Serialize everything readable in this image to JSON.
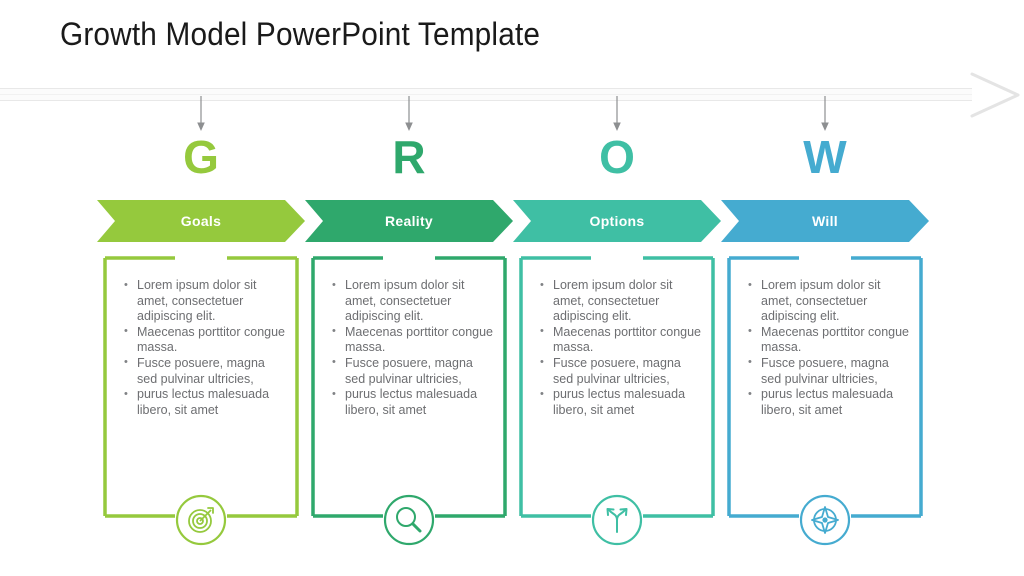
{
  "slide": {
    "title": "Growth Model PowerPoint Template",
    "background": "#ffffff",
    "timeline_color": "#ededed",
    "arrow_color": "#a7a9ac"
  },
  "bullets": [
    "Lorem ipsum dolor sit amet, consectetuer adipiscing elit.",
    "Maecenas porttitor congue massa.",
    "Fusce posuere, magna sed pulvinar ultricies,",
    "purus lectus malesuada libero, sit amet"
  ],
  "columns": [
    {
      "letter": "G",
      "label": "Goals",
      "color": "#95c93d",
      "icon": "target-icon",
      "bullets": [
        "Lorem ipsum dolor sit amet, consectetuer adipiscing elit.",
        "Maecenas porttitor congue massa.",
        "Fusce posuere, magna sed pulvinar ultricies,",
        "purus lectus malesuada libero, sit amet"
      ]
    },
    {
      "letter": "R",
      "label": "Reality",
      "color": "#2fa86c",
      "icon": "magnifier-icon",
      "bullets": [
        "Lorem ipsum dolor sit amet, consectetuer adipiscing elit.",
        "Maecenas porttitor congue massa.",
        "Fusce posuere, magna sed pulvinar ultricies,",
        "purus lectus malesuada libero, sit amet"
      ]
    },
    {
      "letter": "O",
      "label": "Options",
      "color": "#3fbfa4",
      "icon": "fork-arrows-icon",
      "bullets": [
        "Lorem ipsum dolor sit amet, consectetuer adipiscing elit.",
        "Maecenas porttitor congue massa.",
        "Fusce posuere, magna sed pulvinar ultricies,",
        "purus lectus malesuada libero, sit amet"
      ]
    },
    {
      "letter": "W",
      "label": "Will",
      "color": "#45abd0",
      "icon": "compass-icon",
      "bullets": [
        "Lorem ipsum dolor sit amet, consectetuer adipiscing elit.",
        "Maecenas porttitor congue massa.",
        "Fusce posuere, magna sed pulvinar ultricies,",
        "purus lectus malesuada libero, sit amet"
      ]
    }
  ]
}
